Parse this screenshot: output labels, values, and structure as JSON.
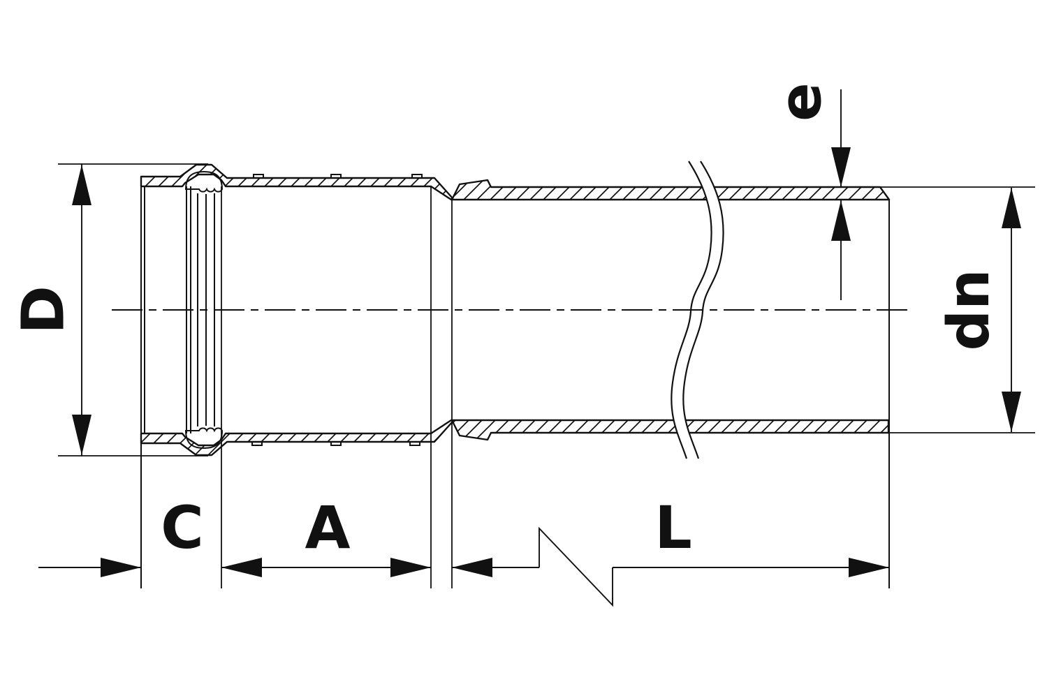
{
  "drawing": {
    "type": "pipe-socket-cross-section",
    "labels": {
      "socket_outer_diameter": "D",
      "mouth_length": "C",
      "socket_depth": "A",
      "pipe_length": "L",
      "wall_thickness": "e",
      "nominal_diameter": "dn"
    }
  },
  "colors": {
    "background": "#ffffff",
    "line": "#111111"
  }
}
